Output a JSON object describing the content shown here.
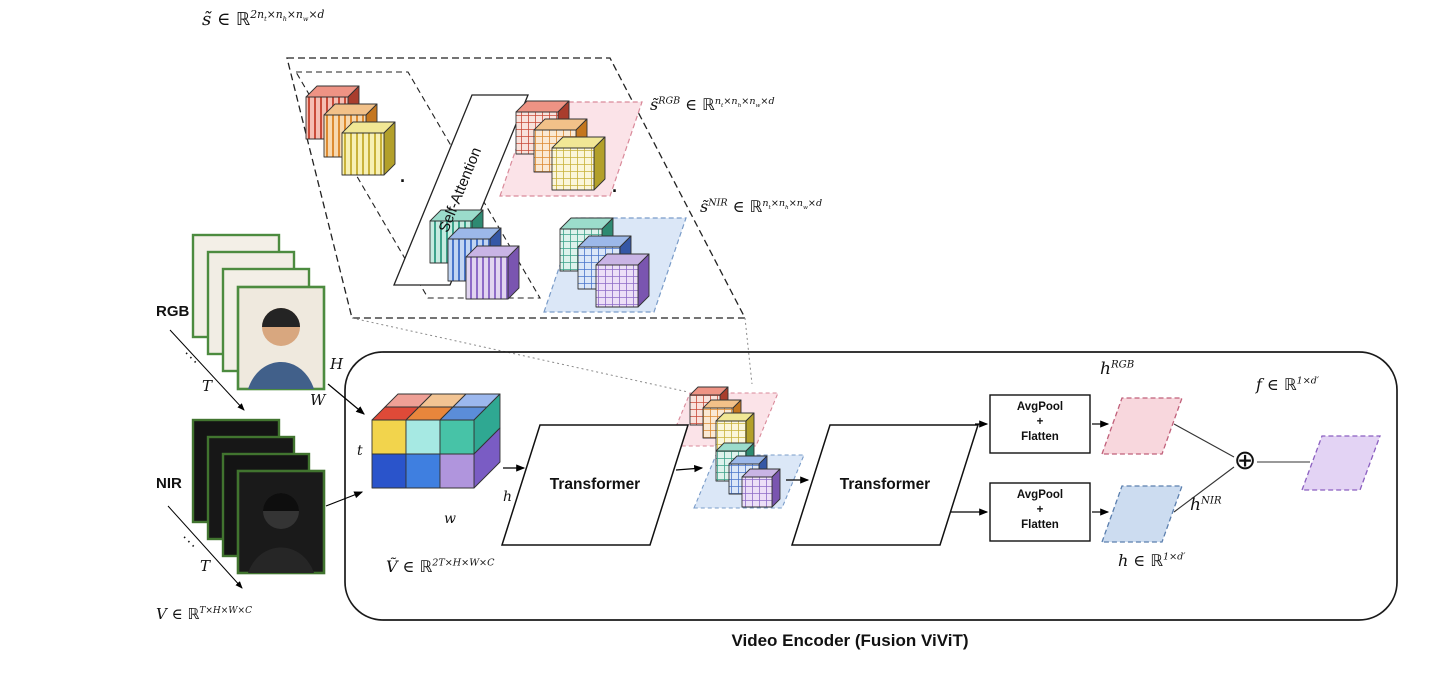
{
  "attention_box": {
    "formula_s": "s̃ ∈ ℝ^{2n_t×n_h×n_w×d}",
    "formula_s_rgb": "s̃^{RGB} ∈ ℝ^{n_t×n_h×n_w×d}",
    "formula_s_nir": "s̃^{NIR} ∈ ℝ^{n_t×n_h×n_w×d}",
    "self_attention_label": "Self-Attention",
    "dot": "·"
  },
  "inputs": {
    "rgb_label": "RGB",
    "nir_label": "NIR",
    "t_axis_label": "T",
    "height_label": "H",
    "width_label": "W",
    "ellipsis": "···",
    "formula_v": "V ∈ ℝ^{T×H×W×C}"
  },
  "encoder": {
    "caption": "Video Encoder (Fusion ViViT)",
    "formula_v_tilde": "Ṽ ∈ ℝ^{2T×H×W×C}",
    "axis_t": "t",
    "axis_h": "h",
    "axis_w": "w",
    "transformer1_label": "Transformer",
    "transformer2_label": "Transformer",
    "avgpool1_lines": [
      "AvgPool",
      "+",
      "Flatten"
    ],
    "avgpool2_lines": [
      "AvgPool",
      "+",
      "Flatten"
    ],
    "formula_h_rgb": "h^{RGB}",
    "formula_h_nir": "h^{NIR}",
    "formula_h": "h ∈ ℝ^{1×d′}",
    "formula_f": "f ∈ ℝ^{1×d′}",
    "fusion_operator": "⊕"
  },
  "palette": {
    "frame_border_green": "#4c8b3f",
    "sheet_pink": "#fbe3e8",
    "sheet_pink_border": "#d98a9a",
    "sheet_blue": "#dbe7f7",
    "sheet_blue_border": "#7a9cc9",
    "output_pink": "#f8d7dd",
    "output_pink_border": "#c0607a",
    "output_blue": "#ccdcf0",
    "output_blue_border": "#5b7fae",
    "output_purple": "#e3d3f4",
    "output_purple_border": "#8b5fc0",
    "cube_colors": {
      "red": {
        "base": "#f5beb3",
        "line": "#c94b39",
        "grid_base": "#f9e2dc",
        "top": "#ee9384",
        "side": "#a93d2d"
      },
      "orange": {
        "base": "#f7d8af",
        "line": "#dd8a30",
        "grid_base": "#fae9d4",
        "top": "#f2c189",
        "side": "#c4761f"
      },
      "yellow": {
        "base": "#f7f0b4",
        "line": "#c9b23a",
        "grid_base": "#fbf6da",
        "top": "#f1e795",
        "side": "#b3a02a"
      },
      "teal": {
        "base": "#c6ebe0",
        "line": "#3da28a",
        "grid_base": "#def2ec",
        "top": "#9bdccb",
        "side": "#2e8a72"
      },
      "blue": {
        "base": "#c2d5f2",
        "line": "#4a76cb",
        "grid_base": "#dbe7f8",
        "top": "#9cb8e9",
        "side": "#3557a6"
      },
      "purple": {
        "base": "#e1d5f0",
        "line": "#8e6cc7",
        "grid_base": "#ecdff7",
        "top": "#c9b4e5",
        "side": "#7a55b0"
      }
    },
    "big_cube": {
      "front": [
        [
          "#f2d44c",
          "#a6e9e3",
          "#47c3a7"
        ],
        [
          "#2a54cb",
          "#3f7fe0",
          "#b095dd"
        ]
      ],
      "top_near": [
        "#df4a38",
        "#e8863c",
        "#5b8dd9"
      ],
      "top_far": [
        "#efa096",
        "#f2c493",
        "#9cb8ee"
      ],
      "side": [
        "#2fa892",
        "#7a5cc4"
      ]
    }
  }
}
